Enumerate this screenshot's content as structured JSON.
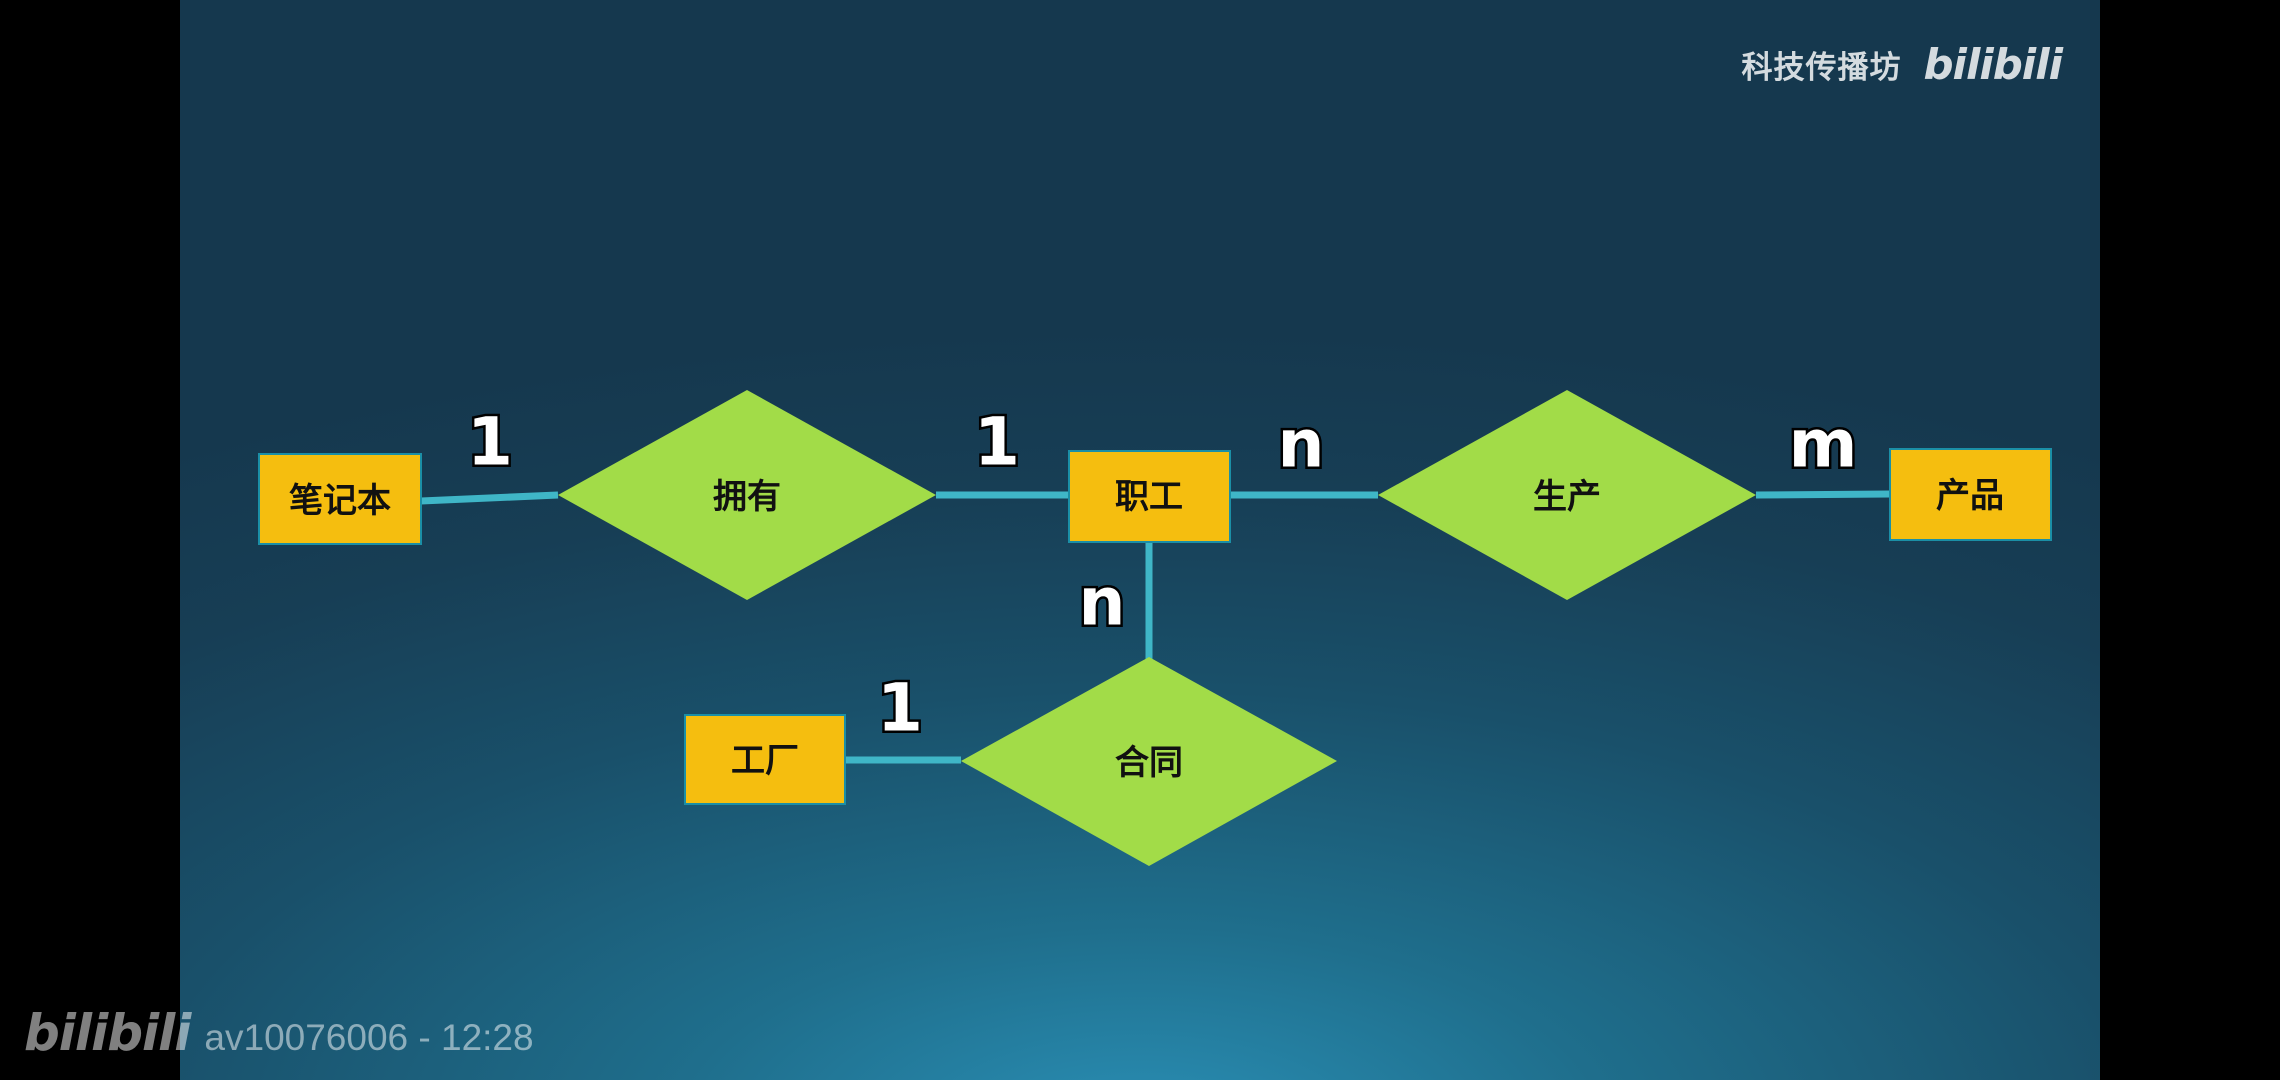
{
  "watermark": {
    "channel_name": "科技传播坊",
    "channel_logo": "bilibili"
  },
  "footer": {
    "logo": "bilibili",
    "video_id_time": "av10076006 - 12:28"
  },
  "colors": {
    "entity_fill": "#f5be0f",
    "relation_fill": "#a2dc48",
    "connector": "#3fb6c7",
    "background": "#173e55"
  },
  "er_diagram": {
    "entities": [
      {
        "id": "notebook",
        "label": "笔记本"
      },
      {
        "id": "employee",
        "label": "职工"
      },
      {
        "id": "product",
        "label": "产品"
      },
      {
        "id": "factory",
        "label": "工厂"
      }
    ],
    "relationships": [
      {
        "id": "own",
        "label": "拥有"
      },
      {
        "id": "produce",
        "label": "生产"
      },
      {
        "id": "contract",
        "label": "合同"
      }
    ],
    "connections": [
      {
        "from": "notebook",
        "to": "own",
        "cardinality": "1"
      },
      {
        "from": "own",
        "to": "employee",
        "cardinality": "1"
      },
      {
        "from": "employee",
        "to": "produce",
        "cardinality": "n"
      },
      {
        "from": "produce",
        "to": "product",
        "cardinality": "m"
      },
      {
        "from": "employee",
        "to": "contract",
        "cardinality": "n"
      },
      {
        "from": "factory",
        "to": "contract",
        "cardinality": "1"
      }
    ]
  }
}
